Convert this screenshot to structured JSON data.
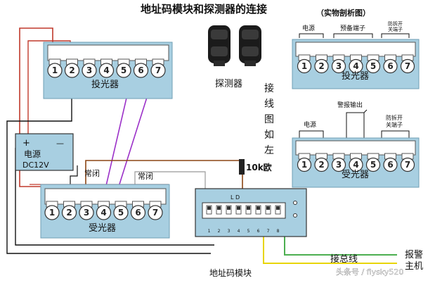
{
  "title": "地址码模块和探测器的连接",
  "subtitle": "（实物剖析图）",
  "terminal_numbers": [
    "1",
    "2",
    "3",
    "4",
    "5",
    "6",
    "7"
  ],
  "left_transmitter": {
    "label": "投光器"
  },
  "left_receiver": {
    "label": "受光器",
    "nc_label_1": "常闭",
    "nc_label_2": "常闭"
  },
  "power_supply": {
    "plus": "+",
    "minus": "—",
    "label": "电源",
    "voltage": "DC12V"
  },
  "resistor_label": "10k欧",
  "detector_label": "探测器",
  "wiring_note": [
    "接",
    "线",
    "图",
    "如",
    "左"
  ],
  "address_module": {
    "label": "地址码模块",
    "ld": "L  D",
    "dip_labels": [
      "1",
      "2",
      "3",
      "4",
      "5",
      "6",
      "7",
      "8"
    ]
  },
  "bus_label": "接总线",
  "alarm_host": [
    "报警",
    "主机"
  ],
  "right_transmitter": {
    "label": "投光器",
    "power": "电源",
    "sync": "预备端子",
    "tamper": "防拆开\n关端子"
  },
  "right_receiver": {
    "label": "受光器",
    "power": "电源",
    "alarm_out": "警报输出",
    "tamper": "防拆开\n关端子"
  },
  "watermark": "头条号 / flysky520",
  "colors": {
    "panel": "#a8cfe1",
    "wire_red": "#c0392b",
    "wire_purple": "#9b30c8",
    "wire_brown": "#8b4513",
    "wire_green": "#4caf50",
    "wire_yellow": "#e8d500"
  }
}
